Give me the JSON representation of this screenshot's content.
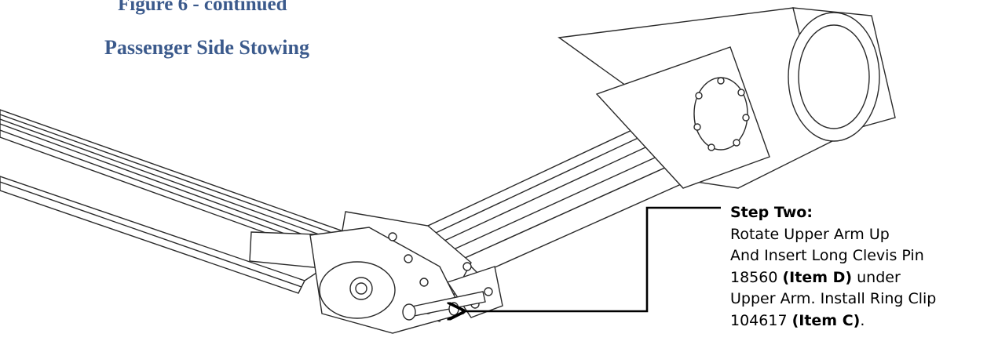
{
  "figure": {
    "title": "Figure 6 - continued",
    "subtitle": "Passenger Side Stowing"
  },
  "step": {
    "heading": "Step Two:",
    "line1": "Rotate Upper Arm Up",
    "line2": "And Insert Long Clevis Pin",
    "line3_a": "18560 ",
    "line3_b": "(Item D)",
    "line3_c": " under",
    "line4": "Upper Arm.  Install Ring Clip",
    "line5_a": "104617 ",
    "line5_b": "(Item C)",
    "line5_c": "."
  },
  "colors": {
    "title": "#3b5a8c",
    "line_art": "#2a2a2a"
  }
}
